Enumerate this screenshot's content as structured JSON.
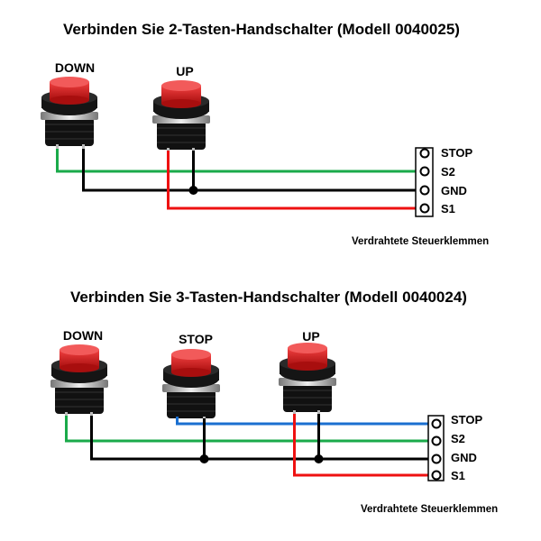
{
  "diagram1": {
    "title": "Verbinden Sie 2-Tasten-Handschalter (Modell 0040025)",
    "buttons": [
      "DOWN",
      "UP"
    ],
    "terminals": [
      "STOP",
      "S2",
      "GND",
      "S1"
    ],
    "caption": "Verdrahtete Steuerklemmen"
  },
  "diagram2": {
    "title": "Verbinden Sie 3-Tasten-Handschalter (Modell 0040024)",
    "buttons": [
      "DOWN",
      "STOP",
      "UP"
    ],
    "terminals": [
      "STOP",
      "S2",
      "GND",
      "S1"
    ],
    "caption": "Verdrahtete Steuerklemmen"
  },
  "colors": {
    "green": "#1aaa4a",
    "black": "#000000",
    "red": "#ee1111",
    "blue": "#1a6fd0",
    "cap": "#d21a1a"
  }
}
